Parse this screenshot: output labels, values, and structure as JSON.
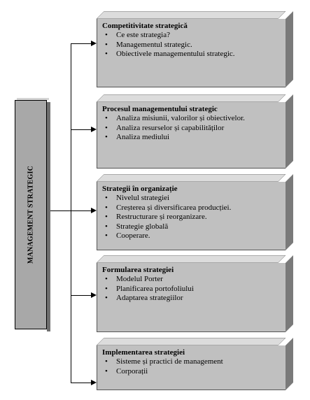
{
  "main_label": "MANAGEMENT STRATEGIC",
  "colors": {
    "front": "#c0c0c0",
    "top": "#dcdcdc",
    "side": "#7a7a7a",
    "main": "#a8a8a8"
  },
  "sections": [
    {
      "title": "Competitivitate strategică",
      "items": [
        "Ce este strategia?",
        "Managementul strategic.",
        "Obiectivele managementului strategic."
      ]
    },
    {
      "title": "Procesul managementului strategic",
      "items": [
        "Analiza misiunii, valorilor și obiectivelor.",
        "Analiza resurselor și capabilităților",
        "Analiza mediului"
      ]
    },
    {
      "title": "Strategii în organizație",
      "items": [
        "Nivelul strategiei",
        "Creșterea și diversificarea producției.",
        "Restructurare și reorganizare.",
        "Strategie globală",
        "Cooperare."
      ]
    },
    {
      "title": "Formularea strategiei",
      "items": [
        "Modelul Porter",
        "Planificarea portofoliului",
        "Adaptarea strategiilor"
      ]
    },
    {
      "title": "Implementarea strategiei",
      "items": [
        "Sisteme și practici de management",
        "Corporații"
      ]
    }
  ]
}
